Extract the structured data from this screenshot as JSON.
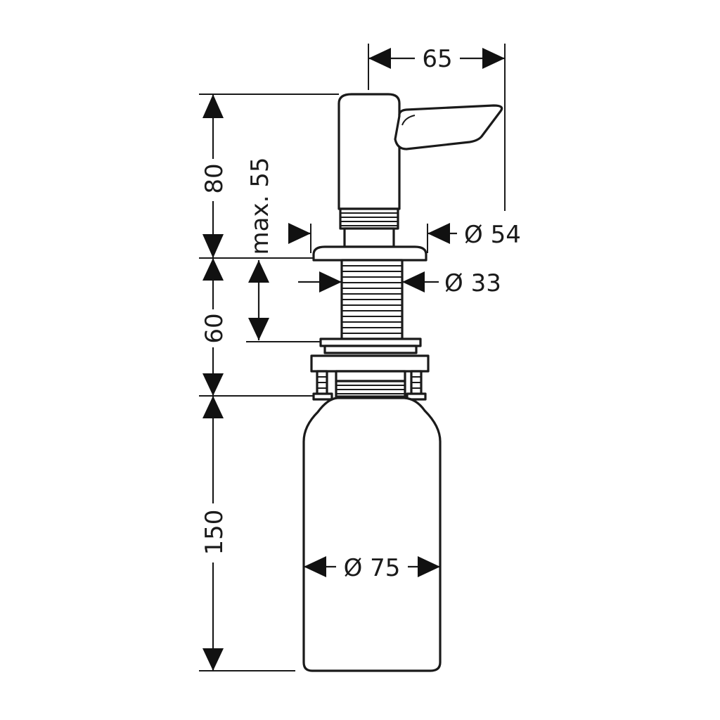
{
  "dimensions": {
    "spout_reach": "65",
    "head_height": "80",
    "max_counter": "max. 55",
    "flange_diameter": "Ø 54",
    "shank_diameter": "Ø 33",
    "shank_length": "60",
    "bottle_height": "150",
    "bottle_diameter": "Ø 75"
  }
}
